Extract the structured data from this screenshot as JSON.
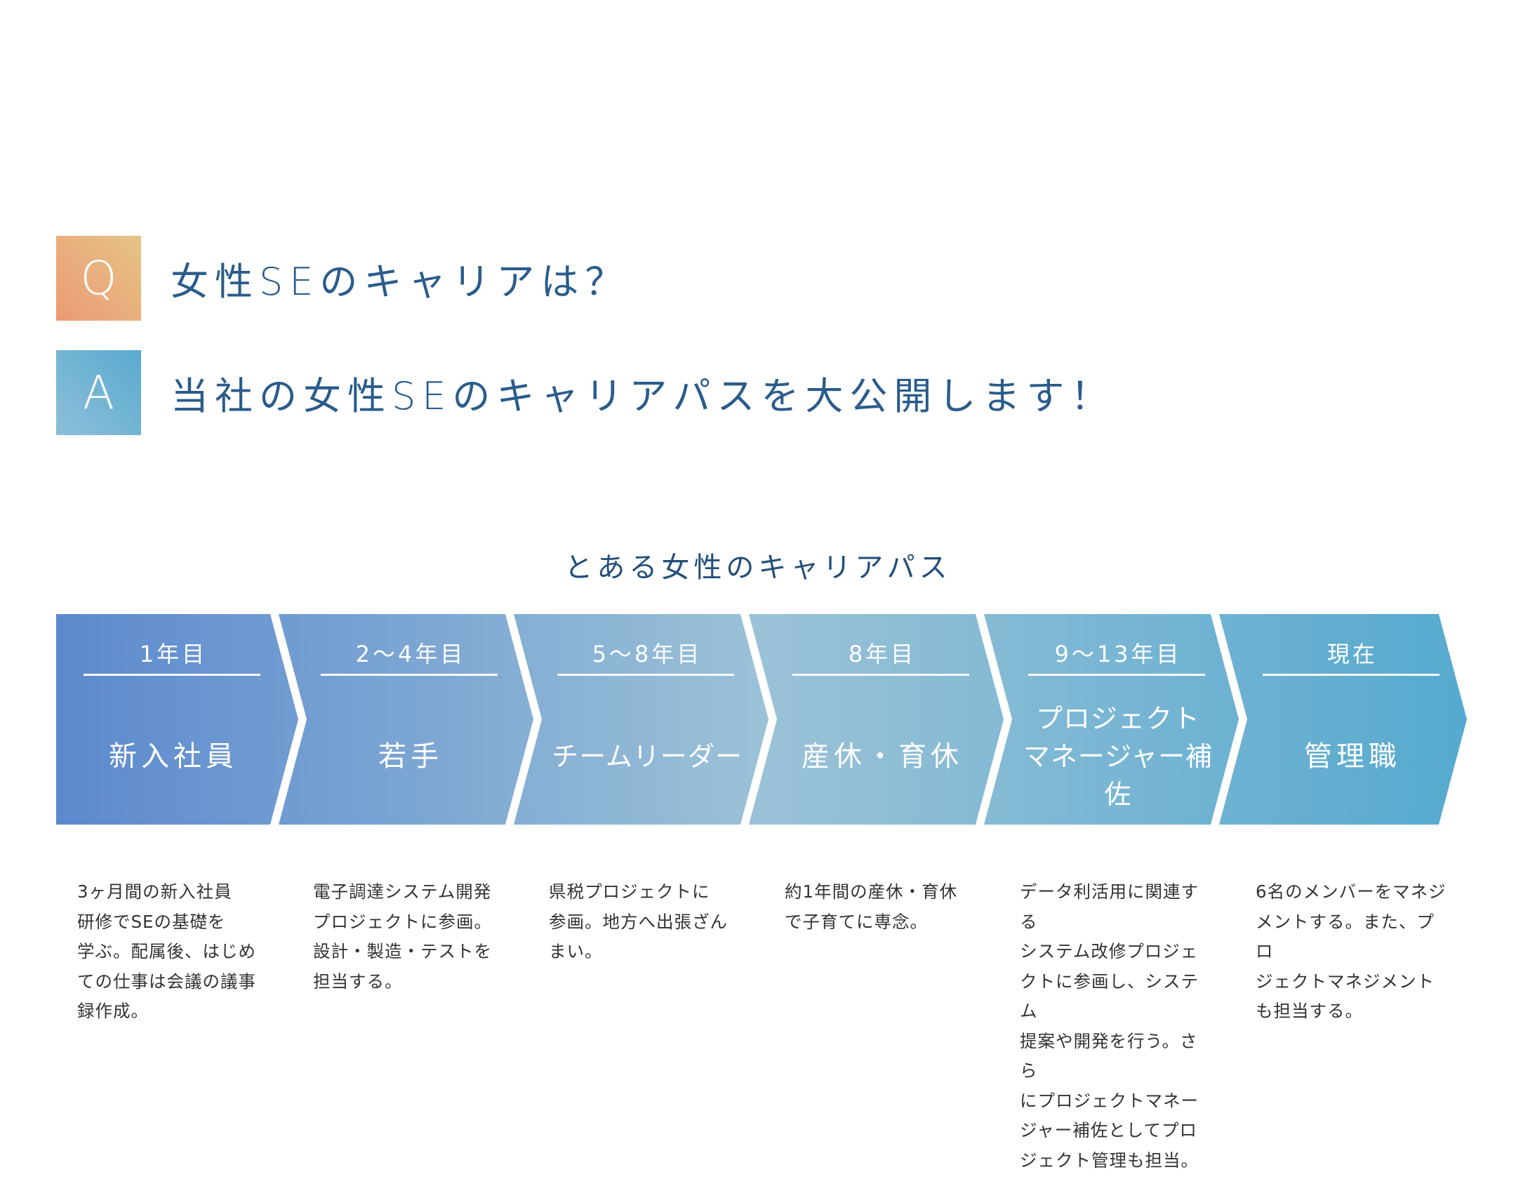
{
  "qa": {
    "q_badge": "Q",
    "question": "女性SEのキャリアは？",
    "a_badge": "A",
    "answer": "当社の女性SEのキャリアパスを大公開します！"
  },
  "section_title": "とある女性のキャリアパス",
  "colors": {
    "text_navy": "#234f7a",
    "q_gradient": [
      "#ec9a74",
      "#e6c487"
    ],
    "a_gradient": [
      "#8cbfd9",
      "#5aaacf"
    ],
    "chevron_gradient": [
      "#5c89ce",
      "#9bc2d7",
      "#55a9cf"
    ]
  },
  "steps": [
    {
      "period": "1年目",
      "stage": "新入社員",
      "description": "3ヶ月間の新入社員\n研修でSEの基礎を\n学ぶ。配属後、はじめ\nての仕事は会議の議事\n録作成。"
    },
    {
      "period": "2〜4年目",
      "stage": "若手",
      "description": "電子調達システム開発\nプロジェクトに参画。\n設計・製造・テストを\n担当する。"
    },
    {
      "period": "5〜8年目",
      "stage": "チームリーダー",
      "description": "県税プロジェクトに\n参画。地方へ出張ざん\nまい。"
    },
    {
      "period": "8年目",
      "stage": "産休・育休",
      "description": "約1年間の産休・育休\nで子育てに専念。"
    },
    {
      "period": "9〜13年目",
      "stage": "プロジェクト\nマネージャー補佐",
      "description": "データ利活用に関連する\nシステム改修プロジェ\nクトに参画し、システム\n提案や開発を行う。さら\nにプロジェクトマネー\nジャー補佐としてプロ\nジェクト管理も担当。"
    },
    {
      "period": "現在",
      "stage": "管理職",
      "description": "6名のメンバーをマネジ\nメントする。また、プロ\nジェクトマネジメント\nも担当する。"
    }
  ]
}
